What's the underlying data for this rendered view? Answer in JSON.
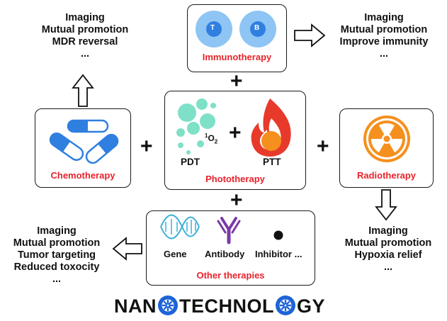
{
  "therapies": {
    "immunotherapy": {
      "label": "Immunotherapy",
      "cell_t": "T",
      "cell_b": "B"
    },
    "chemotherapy": {
      "label": "Chemotherapy"
    },
    "phototherapy": {
      "label": "Phototherapy",
      "pdt": "PDT",
      "ptt": "PTT",
      "singlet_oxygen_sup": "1",
      "singlet_oxygen_base": "O",
      "singlet_oxygen_sub": "2"
    },
    "radiotherapy": {
      "label": "Radiotherapy"
    },
    "other": {
      "label": "Other therapies",
      "gene": "Gene",
      "antibody": "Antibody",
      "inhibitor": "Inhibitor ..."
    }
  },
  "outcomes": {
    "chemotherapy": [
      "Imaging",
      "Mutual promotion",
      "MDR reversal",
      "..."
    ],
    "immunotherapy": [
      "Imaging",
      "Mutual promotion",
      "Improve immunity",
      "..."
    ],
    "radiotherapy": [
      "Imaging",
      "Mutual promotion",
      "Hypoxia relief",
      "..."
    ],
    "other": [
      "Imaging",
      "Mutual promotion",
      "Tumor targeting",
      "Reduced toxocity",
      "..."
    ]
  },
  "operators": {
    "plus": "+"
  },
  "title": {
    "part1": "NAN",
    "part2": "TECHNOL",
    "part3": "GY"
  },
  "colors": {
    "label_red": "#e8232b",
    "blue": "#2f7fe0",
    "light_blue": "#8ec5f4",
    "bubble": "#7fe0c8",
    "flame_red": "#e83a2b",
    "orange": "#f5901e",
    "purple": "#7a3aa6",
    "dna_blue": "#3ab0d8",
    "wheel_blue": "#1d63d8"
  },
  "icons": {
    "chemotherapy": "pill-capsules-icon",
    "radiotherapy": "radiation-icon",
    "phototherapy_pdt": "bubbles-icon",
    "phototherapy_ptt": "flame-icon",
    "gene": "dna-icon",
    "antibody": "antibody-icon",
    "inhibitor": "dot-icon",
    "title_o": "wheel-icon"
  }
}
